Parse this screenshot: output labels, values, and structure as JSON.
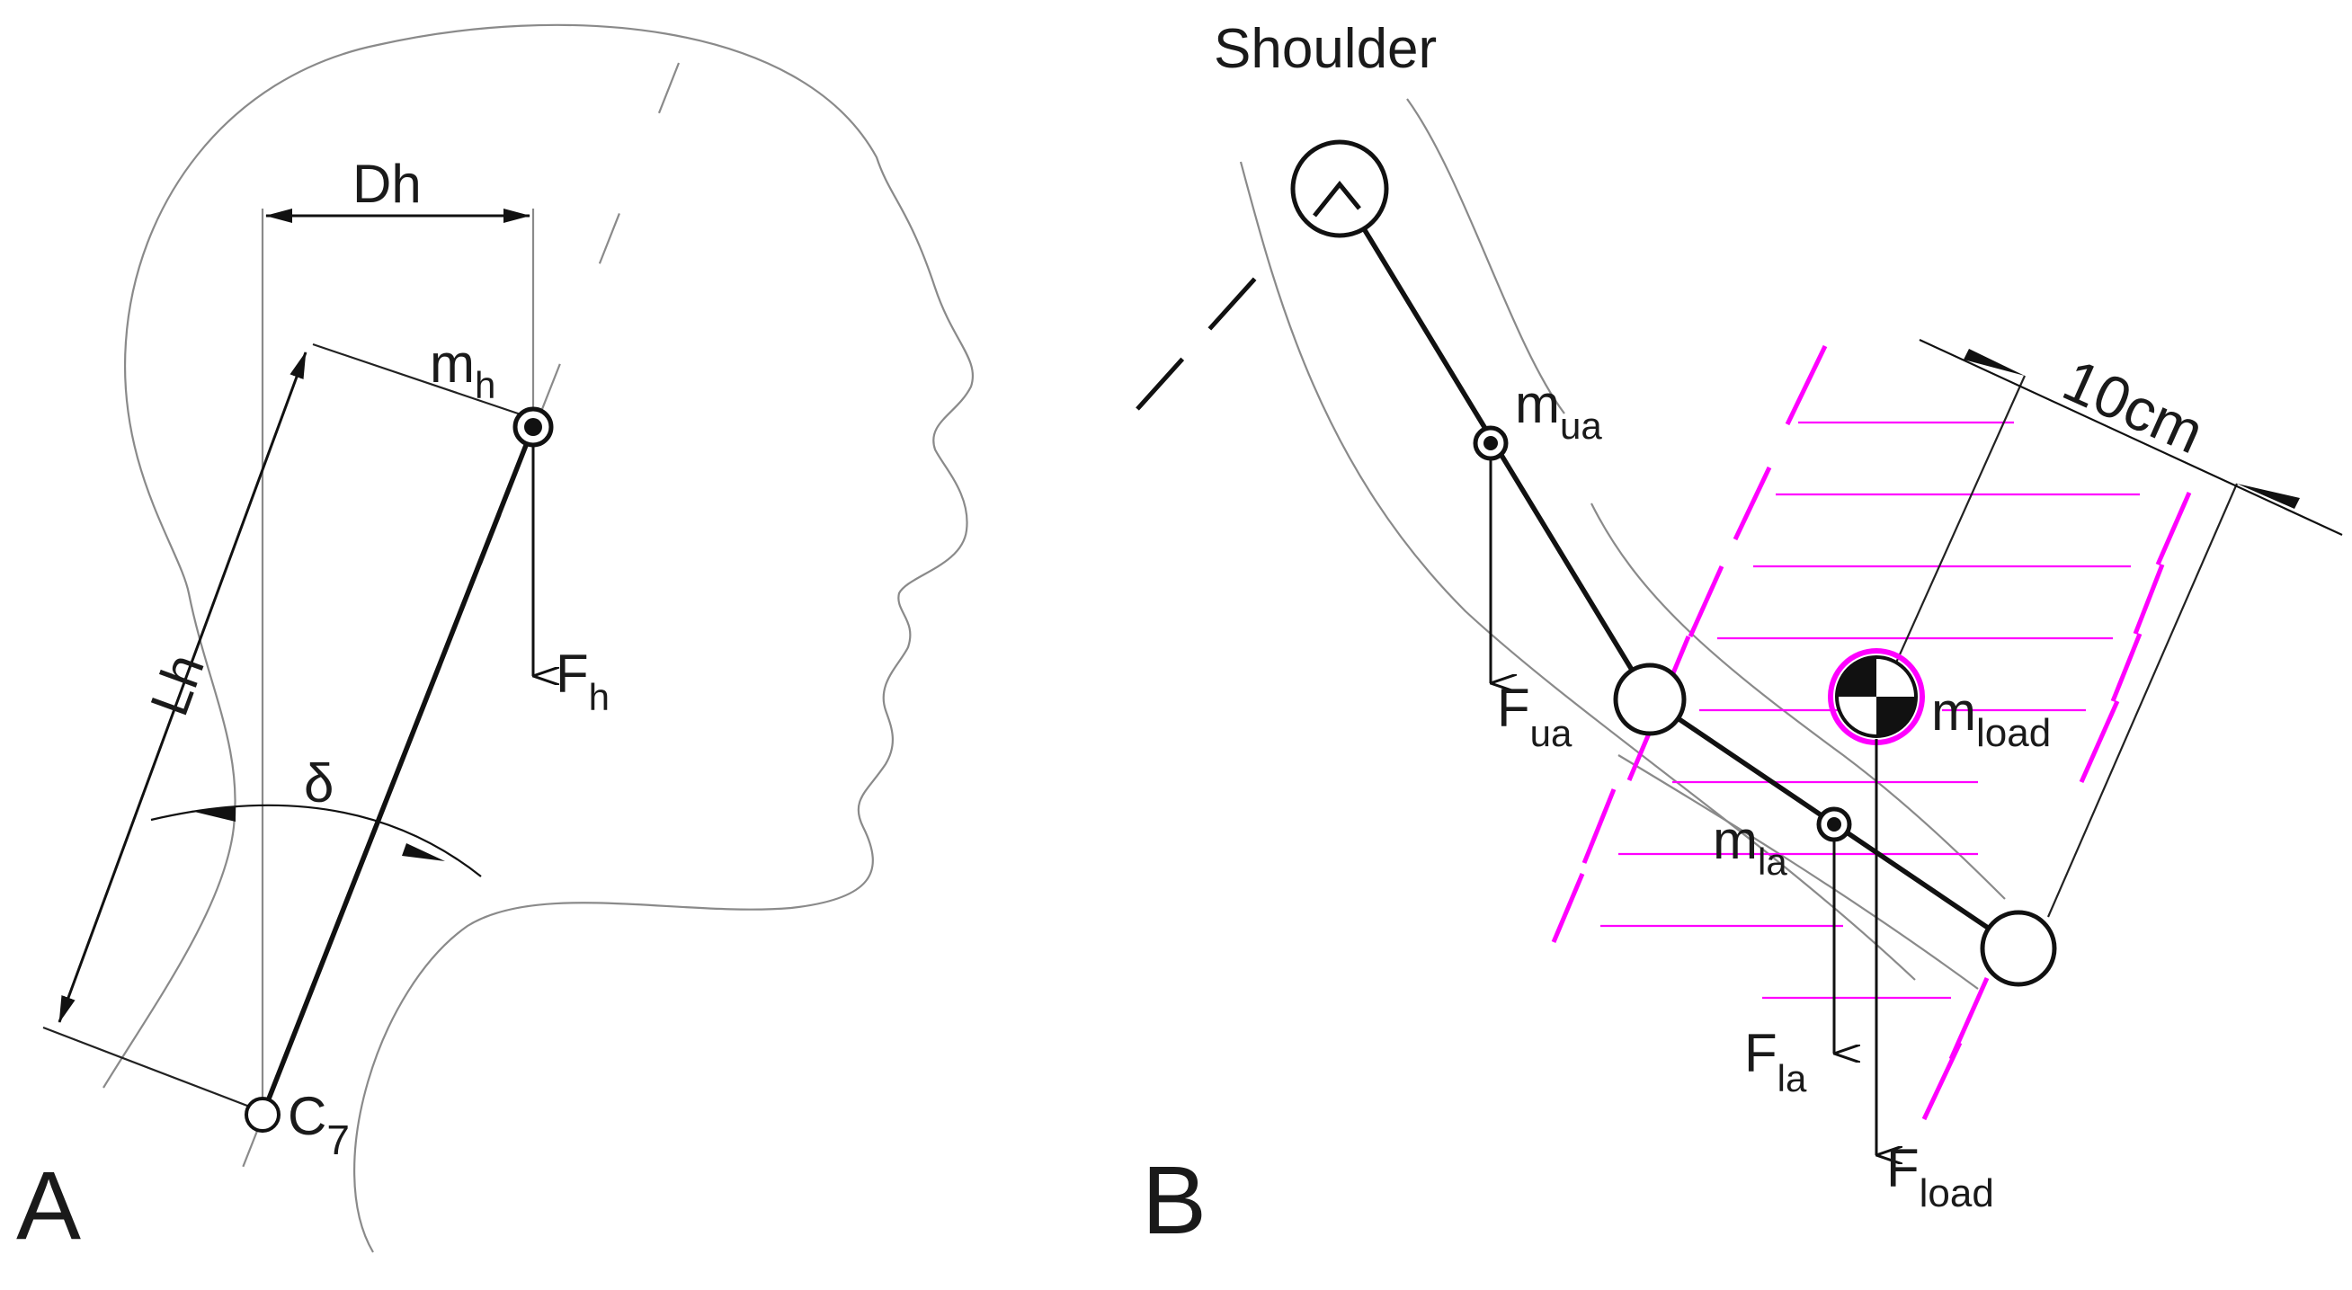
{
  "panels": {
    "a": {
      "panel_label": "A",
      "dim_horizontal": "Dh",
      "dim_length": "Lh",
      "angle": "δ",
      "mass_head": {
        "base": "m",
        "sub": "h"
      },
      "force_head": {
        "base": "F",
        "sub": "h"
      },
      "vertebra": {
        "base": "C",
        "sub": "7"
      }
    },
    "b": {
      "panel_label": "B",
      "joint_label": "Shoulder",
      "dimension": "10cm",
      "mass_upper_arm": {
        "base": "m",
        "sub": "ua"
      },
      "force_upper_arm": {
        "base": "F",
        "sub": "ua"
      },
      "mass_lower_arm": {
        "base": "m",
        "sub": "la"
      },
      "force_lower_arm": {
        "base": "F",
        "sub": "la"
      },
      "mass_load": {
        "base": "m",
        "sub": "load"
      },
      "force_load": {
        "base": "F",
        "sub": "load"
      }
    }
  },
  "colors": {
    "load_hatch": "#ff00ff",
    "outline": "#8a8a8a",
    "ink": "#111111"
  }
}
